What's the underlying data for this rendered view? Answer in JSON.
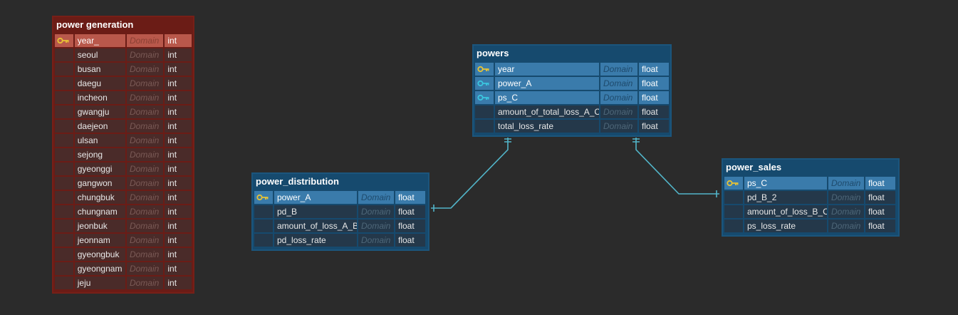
{
  "colors": {
    "background": "#2b2b2b",
    "red_entity": "#6b1c16",
    "blue_entity": "#164a6e",
    "connector": "#52b5c9",
    "pk_key": "#e8c436",
    "fk_key": "#3bc6e0"
  },
  "entities": {
    "power_generation": {
      "title": "power generation",
      "theme": "red",
      "columns": [
        {
          "name": "year_",
          "domain": "Domain",
          "type": "int",
          "key": "pk-icon"
        },
        {
          "name": "seoul",
          "domain": "Domain",
          "type": "int",
          "key": ""
        },
        {
          "name": "busan",
          "domain": "Domain",
          "type": "int",
          "key": ""
        },
        {
          "name": "daegu",
          "domain": "Domain",
          "type": "int",
          "key": ""
        },
        {
          "name": "incheon",
          "domain": "Domain",
          "type": "int",
          "key": ""
        },
        {
          "name": "gwangju",
          "domain": "Domain",
          "type": "int",
          "key": ""
        },
        {
          "name": "daejeon",
          "domain": "Domain",
          "type": "int",
          "key": ""
        },
        {
          "name": "ulsan",
          "domain": "Domain",
          "type": "int",
          "key": ""
        },
        {
          "name": "sejong",
          "domain": "Domain",
          "type": "int",
          "key": ""
        },
        {
          "name": "gyeonggi",
          "domain": "Domain",
          "type": "int",
          "key": ""
        },
        {
          "name": "gangwon",
          "domain": "Domain",
          "type": "int",
          "key": ""
        },
        {
          "name": "chungbuk",
          "domain": "Domain",
          "type": "int",
          "key": ""
        },
        {
          "name": "chungnam",
          "domain": "Domain",
          "type": "int",
          "key": ""
        },
        {
          "name": "jeonbuk",
          "domain": "Domain",
          "type": "int",
          "key": ""
        },
        {
          "name": "jeonnam",
          "domain": "Domain",
          "type": "int",
          "key": ""
        },
        {
          "name": "gyeongbuk",
          "domain": "Domain",
          "type": "int",
          "key": ""
        },
        {
          "name": "gyeongnam",
          "domain": "Domain",
          "type": "int",
          "key": ""
        },
        {
          "name": "jeju",
          "domain": "Domain",
          "type": "int",
          "key": ""
        }
      ]
    },
    "powers": {
      "title": "powers",
      "theme": "blue",
      "columns": [
        {
          "name": "year",
          "domain": "Domain",
          "type": "float",
          "key": "pk-icon"
        },
        {
          "name": "power_A",
          "domain": "Domain",
          "type": "float",
          "key": "pk-fk-icon"
        },
        {
          "name": "ps_C",
          "domain": "Domain",
          "type": "float",
          "key": "pk-fk-icon"
        },
        {
          "name": "amount_of_total_loss_A_C",
          "domain": "Domain",
          "type": "float",
          "key": ""
        },
        {
          "name": "total_loss_rate",
          "domain": "Domain",
          "type": "float",
          "key": ""
        }
      ]
    },
    "power_distribution": {
      "title": "power_distribution",
      "theme": "blue",
      "columns": [
        {
          "name": "power_A",
          "domain": "Domain",
          "type": "float",
          "key": "pk-icon"
        },
        {
          "name": "pd_B",
          "domain": "Domain",
          "type": "float",
          "key": ""
        },
        {
          "name": "amount_of_loss_A_B",
          "domain": "Domain",
          "type": "float",
          "key": ""
        },
        {
          "name": "pd_loss_rate",
          "domain": "Domain",
          "type": "float",
          "key": ""
        }
      ]
    },
    "power_sales": {
      "title": "power_sales",
      "theme": "blue",
      "columns": [
        {
          "name": "ps_C",
          "domain": "Domain",
          "type": "float",
          "key": "pk-icon"
        },
        {
          "name": "pd_B_2",
          "domain": "Domain",
          "type": "float",
          "key": ""
        },
        {
          "name": "amount_of_loss_B_C",
          "domain": "Domain",
          "type": "float",
          "key": ""
        },
        {
          "name": "ps_loss_rate",
          "domain": "Domain",
          "type": "float",
          "key": ""
        }
      ]
    }
  },
  "relationships": [
    {
      "from": "powers",
      "to": "power_distribution",
      "from_column": "power_A",
      "to_column": "power_A",
      "cardinality": "one-to-one"
    },
    {
      "from": "powers",
      "to": "power_sales",
      "from_column": "ps_C",
      "to_column": "ps_C",
      "cardinality": "one-to-one"
    }
  ]
}
